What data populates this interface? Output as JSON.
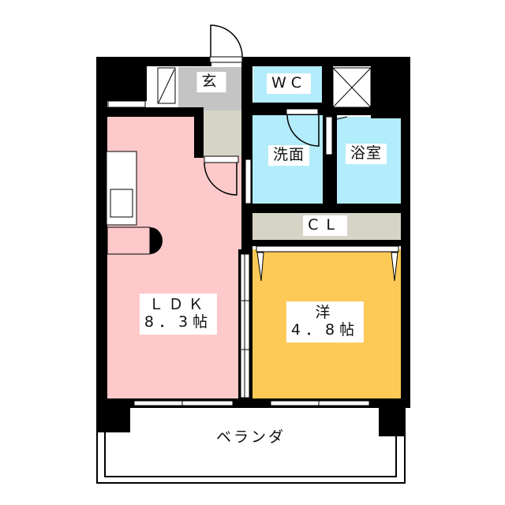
{
  "floorplan": {
    "rooms": {
      "entrance": {
        "label": "玄"
      },
      "wc": {
        "label": "WC"
      },
      "washroom": {
        "label": "洗面"
      },
      "bathroom": {
        "label": "浴室"
      },
      "closet": {
        "label": "CL"
      },
      "ldk": {
        "label": "ＬＤＫ",
        "size": "8．3帖"
      },
      "western": {
        "label": "洋",
        "size": "4．8帖"
      },
      "balcony": {
        "label": "ベランダ"
      }
    },
    "colors": {
      "ldk": "#fdc9ca",
      "western": "#fdca57",
      "wet": "#b3ecfa",
      "closet": "#d6d3c7",
      "entrance": "#c4c4c4",
      "wall": "#000000"
    }
  }
}
